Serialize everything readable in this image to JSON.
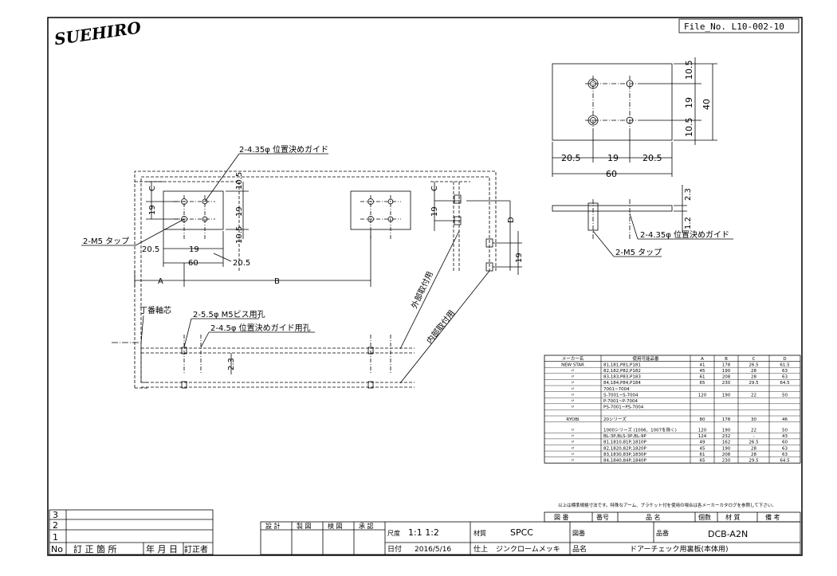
{
  "header": {
    "logo": "SUEHIRO",
    "file_no": "File_No. L10-002-10"
  },
  "top_drawing": {
    "dims_top": [
      "20.5",
      "19",
      "20.5"
    ],
    "dim_width": "60",
    "dims_right": [
      "10.5",
      "19",
      "10.5"
    ],
    "dim_height": "40"
  },
  "side_view": {
    "dim_thick": "2.3",
    "dim_offset": "1.2",
    "note_guide": "2-4.35φ 位置決めガイド",
    "note_tap": "2-M5 タップ"
  },
  "main_drawing": {
    "note_guide": "2-4.35φ 位置決めガイド",
    "note_tap": "2-M5 タップ",
    "dim_c": "C",
    "dim_19_a": "19",
    "dim_105_top": "10.5",
    "dim_19_b": "19",
    "dim_105_bot": "10.5",
    "dim_205_left": "20.5",
    "dim_19_h": "19",
    "dim_60": "60",
    "dim_205_right": "20.5",
    "dim_c2": "C",
    "dim_19_c": "19",
    "dim_d": "D",
    "dim_19_d": "19",
    "label_a": "A",
    "label_b": "B",
    "label_outer": "外部取付用",
    "label_inner": "内部取付用",
    "label_hinge": "丁番軸芯",
    "note_hole_screw": "2-5.5φ M5ビス用孔",
    "note_hole_guide": "2-4.5φ 位置決めガイド用孔",
    "dim_23": "2.3"
  },
  "spec_table": {
    "headers": [
      "メーカー名",
      "使用可能品番",
      "A",
      "B",
      "C",
      "D"
    ],
    "rows": [
      [
        "NEW STAR",
        "81,181,P81,P181",
        "41",
        "178",
        "26.5",
        "61.5"
      ],
      [
        "〃",
        "82,182,P82,P182",
        "45",
        "190",
        "28",
        "63"
      ],
      [
        "〃",
        "83,183,P83,P183",
        "61",
        "208",
        "28",
        "63"
      ],
      [
        "〃",
        "84,184,P84,P184",
        "65",
        "230",
        "29.5",
        "64.5"
      ],
      [
        "〃",
        "7001~7004",
        "",
        "",
        "",
        ""
      ],
      [
        "〃",
        "S-7001~S-7004",
        "120",
        "190",
        "22",
        "50"
      ],
      [
        "〃",
        "P-7001~P-7004",
        "",
        "",
        "",
        ""
      ],
      [
        "〃",
        "PS-7001~PS-7004",
        "",
        "",
        "",
        ""
      ],
      [
        "",
        "",
        "",
        "",
        "",
        ""
      ],
      [
        "RYOBI",
        "20シリーズ",
        "80",
        "178",
        "30",
        "46"
      ],
      [
        "〃",
        "1000シリーズ (1006、1007を除く)",
        "120",
        "190",
        "22",
        "50"
      ],
      [
        "〃",
        "BL-3P,BLS-3P,BL-9P",
        "124",
        "232",
        "-",
        "43"
      ],
      [
        "〃",
        "81,1810,81P,1810P",
        "49",
        "162",
        "26.5",
        "60"
      ],
      [
        "〃",
        "82,1820,82P,1820P",
        "45",
        "190",
        "28",
        "63"
      ],
      [
        "〃",
        "83,1830,83P,1830P",
        "61",
        "208",
        "28",
        "63"
      ],
      [
        "〃",
        "84,1840,84P,1840P",
        "65",
        "230",
        "29.5",
        "64.5"
      ]
    ],
    "note": "以上は標準規格寸法です。特殊なアーム、ブラケット付を使用の場合は各メーカーカタログを参照して下さい。"
  },
  "revision_block": {
    "rows": [
      "3",
      "2",
      "1"
    ],
    "headers": [
      "No",
      "訂 正 箇 所",
      "年 月 日",
      "訂正者"
    ]
  },
  "title_block": {
    "approvals": [
      "設 計",
      "製 図",
      "検 図",
      "承 認"
    ],
    "scale_label": "尺度",
    "scale_value": "1:1 1:2",
    "date_label": "日付",
    "date_value": "2016/5/16",
    "material_label": "材質",
    "material_value": "SPCC",
    "finish_label": "仕上",
    "finish_value": "ジンクロームメッキ",
    "drawing_no_label": "図番",
    "part_no_label": "品番",
    "part_no_value": "DCB-A2N",
    "part_name_label": "品名",
    "part_name_value": "ドアーチェック用裏板(本体用)",
    "parts_list_headers": [
      "図 番",
      "番号",
      "品 名",
      "個数",
      "材 質",
      "備 考"
    ]
  }
}
